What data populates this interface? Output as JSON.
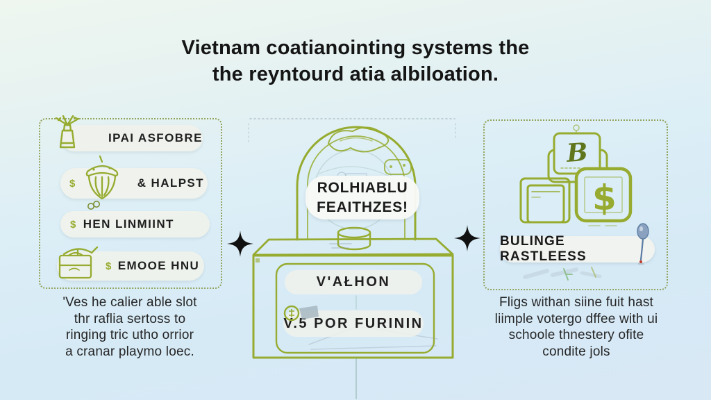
{
  "title": "Vietnam coatianointing systems the\nthe reyntourd atia albiloation.",
  "colors": {
    "accent_green": "#96ab2f",
    "text_dark": "#1c1c1c",
    "pill_bg": "#eef1ea",
    "mic_blue": "#8ba3bd",
    "sparkle_black": "#101010",
    "border_dotted": "#93a45c"
  },
  "left_panel": {
    "items": [
      {
        "icon": "trophy-icon",
        "prefix": "",
        "label": "IPAI ASFOBRE"
      },
      {
        "icon": "acorn-icon",
        "prefix": "$",
        "label": "& HALPST"
      },
      {
        "icon": "coins-icon",
        "prefix": "$",
        "label": "HEN LINMIINT"
      },
      {
        "icon": "satchel-icon",
        "prefix": "$",
        "label": "EMOOE HNU"
      }
    ],
    "caption": "'Ves he calier able slot\nthr raflia sertoss to\nringing tric utho orrior\na cranar playmo loec."
  },
  "center_panel": {
    "badge": "ROLHIABLU\nFEAITHZES!",
    "label_top": "V'AŁHON",
    "label_bottom": "V.5  POR FURININ"
  },
  "right_panel": {
    "badge": "BULINGE RASTLEESS",
    "caption": "Fligs withan siine fuit hast\nliimple votergo dffee with ui\nschoole thnestery ofite\ncondite jols"
  }
}
